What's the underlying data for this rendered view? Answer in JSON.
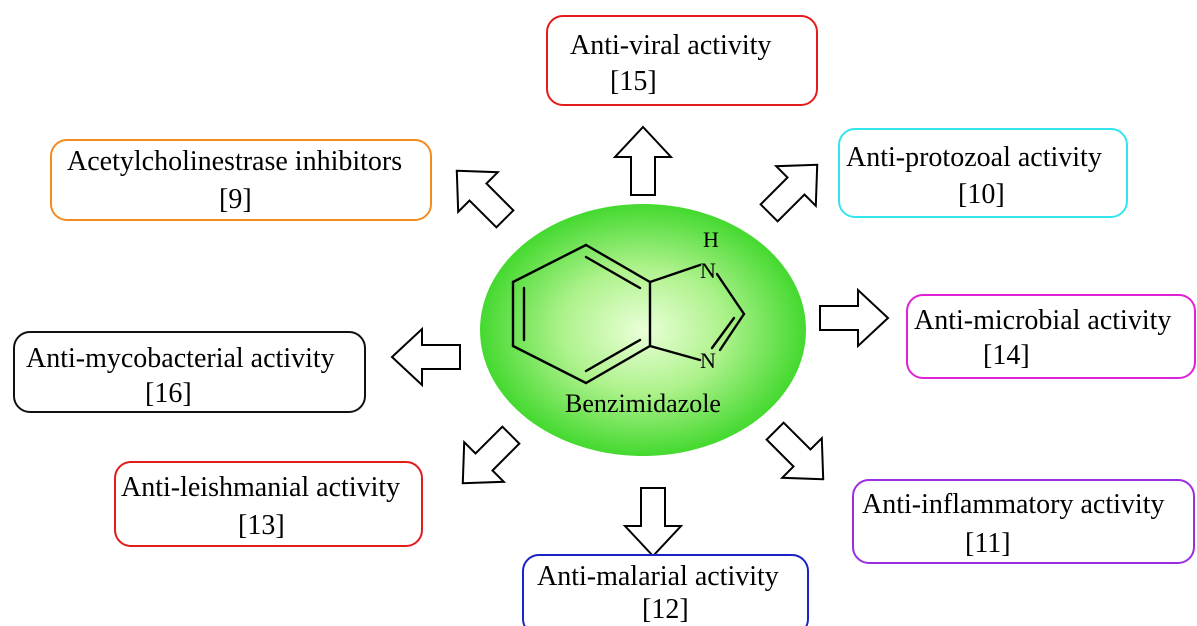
{
  "center": {
    "label": "Benzimidazole",
    "atoms": {
      "nh": "H",
      "n_top": "N",
      "n_bottom": "N"
    },
    "fill_color": "#33dd22"
  },
  "boxes": [
    {
      "id": "antiviral",
      "title": "Anti-viral activity",
      "ref": "[15]",
      "color": "#e31b1b"
    },
    {
      "id": "ache",
      "title": "Acetylcholinestrase inhibitors",
      "ref": "[9]",
      "color": "#f28c1e"
    },
    {
      "id": "antiprotozoal",
      "title": "Anti-protozoal activity",
      "ref": "[10]",
      "color": "#33e6ee"
    },
    {
      "id": "antimicrobial",
      "title": "Anti-microbial activity",
      "ref": "[14]",
      "color": "#e022d6"
    },
    {
      "id": "antimycobacterial",
      "title": "Anti-mycobacterial activity",
      "ref": "[16]",
      "color": "#111111"
    },
    {
      "id": "antileishmanial",
      "title": "Anti-leishmanial activity",
      "ref": "[13]",
      "color": "#e31b1b"
    },
    {
      "id": "antiinflammatory",
      "title": "Anti-inflammatory activity",
      "ref": "[11]",
      "color": "#9a2ee0"
    },
    {
      "id": "antimalarial",
      "title": "Anti-malarial activity",
      "ref": "[12]",
      "color": "#1a22c8"
    }
  ]
}
